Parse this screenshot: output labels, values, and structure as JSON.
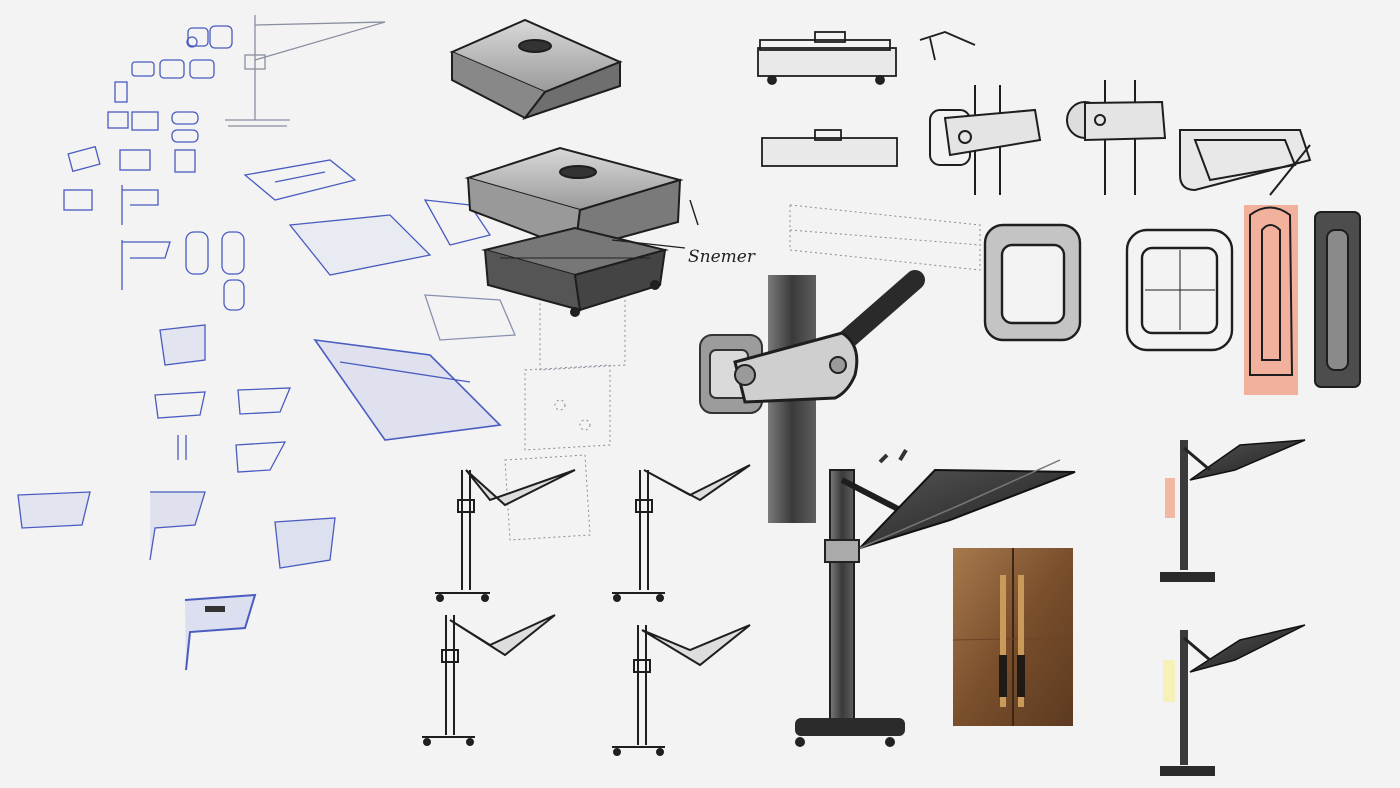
{
  "sheet": {
    "background": "#f3f3f3",
    "ink_color": "#2a2a2a",
    "blue_ink_color": "#4a5cc0",
    "salmon_accent": "#f1a48c",
    "yellow_accent": "#f5f1b8",
    "photo_wood_color": "#8a5a33",
    "photo_brass_color": "#c99a5a"
  },
  "annotations": {
    "handwritten_note": "Snemer"
  },
  "icons": [
    "parasol-sketch",
    "base-weight-sketch",
    "pole-clamp-sketch",
    "handle-reference-photo"
  ]
}
